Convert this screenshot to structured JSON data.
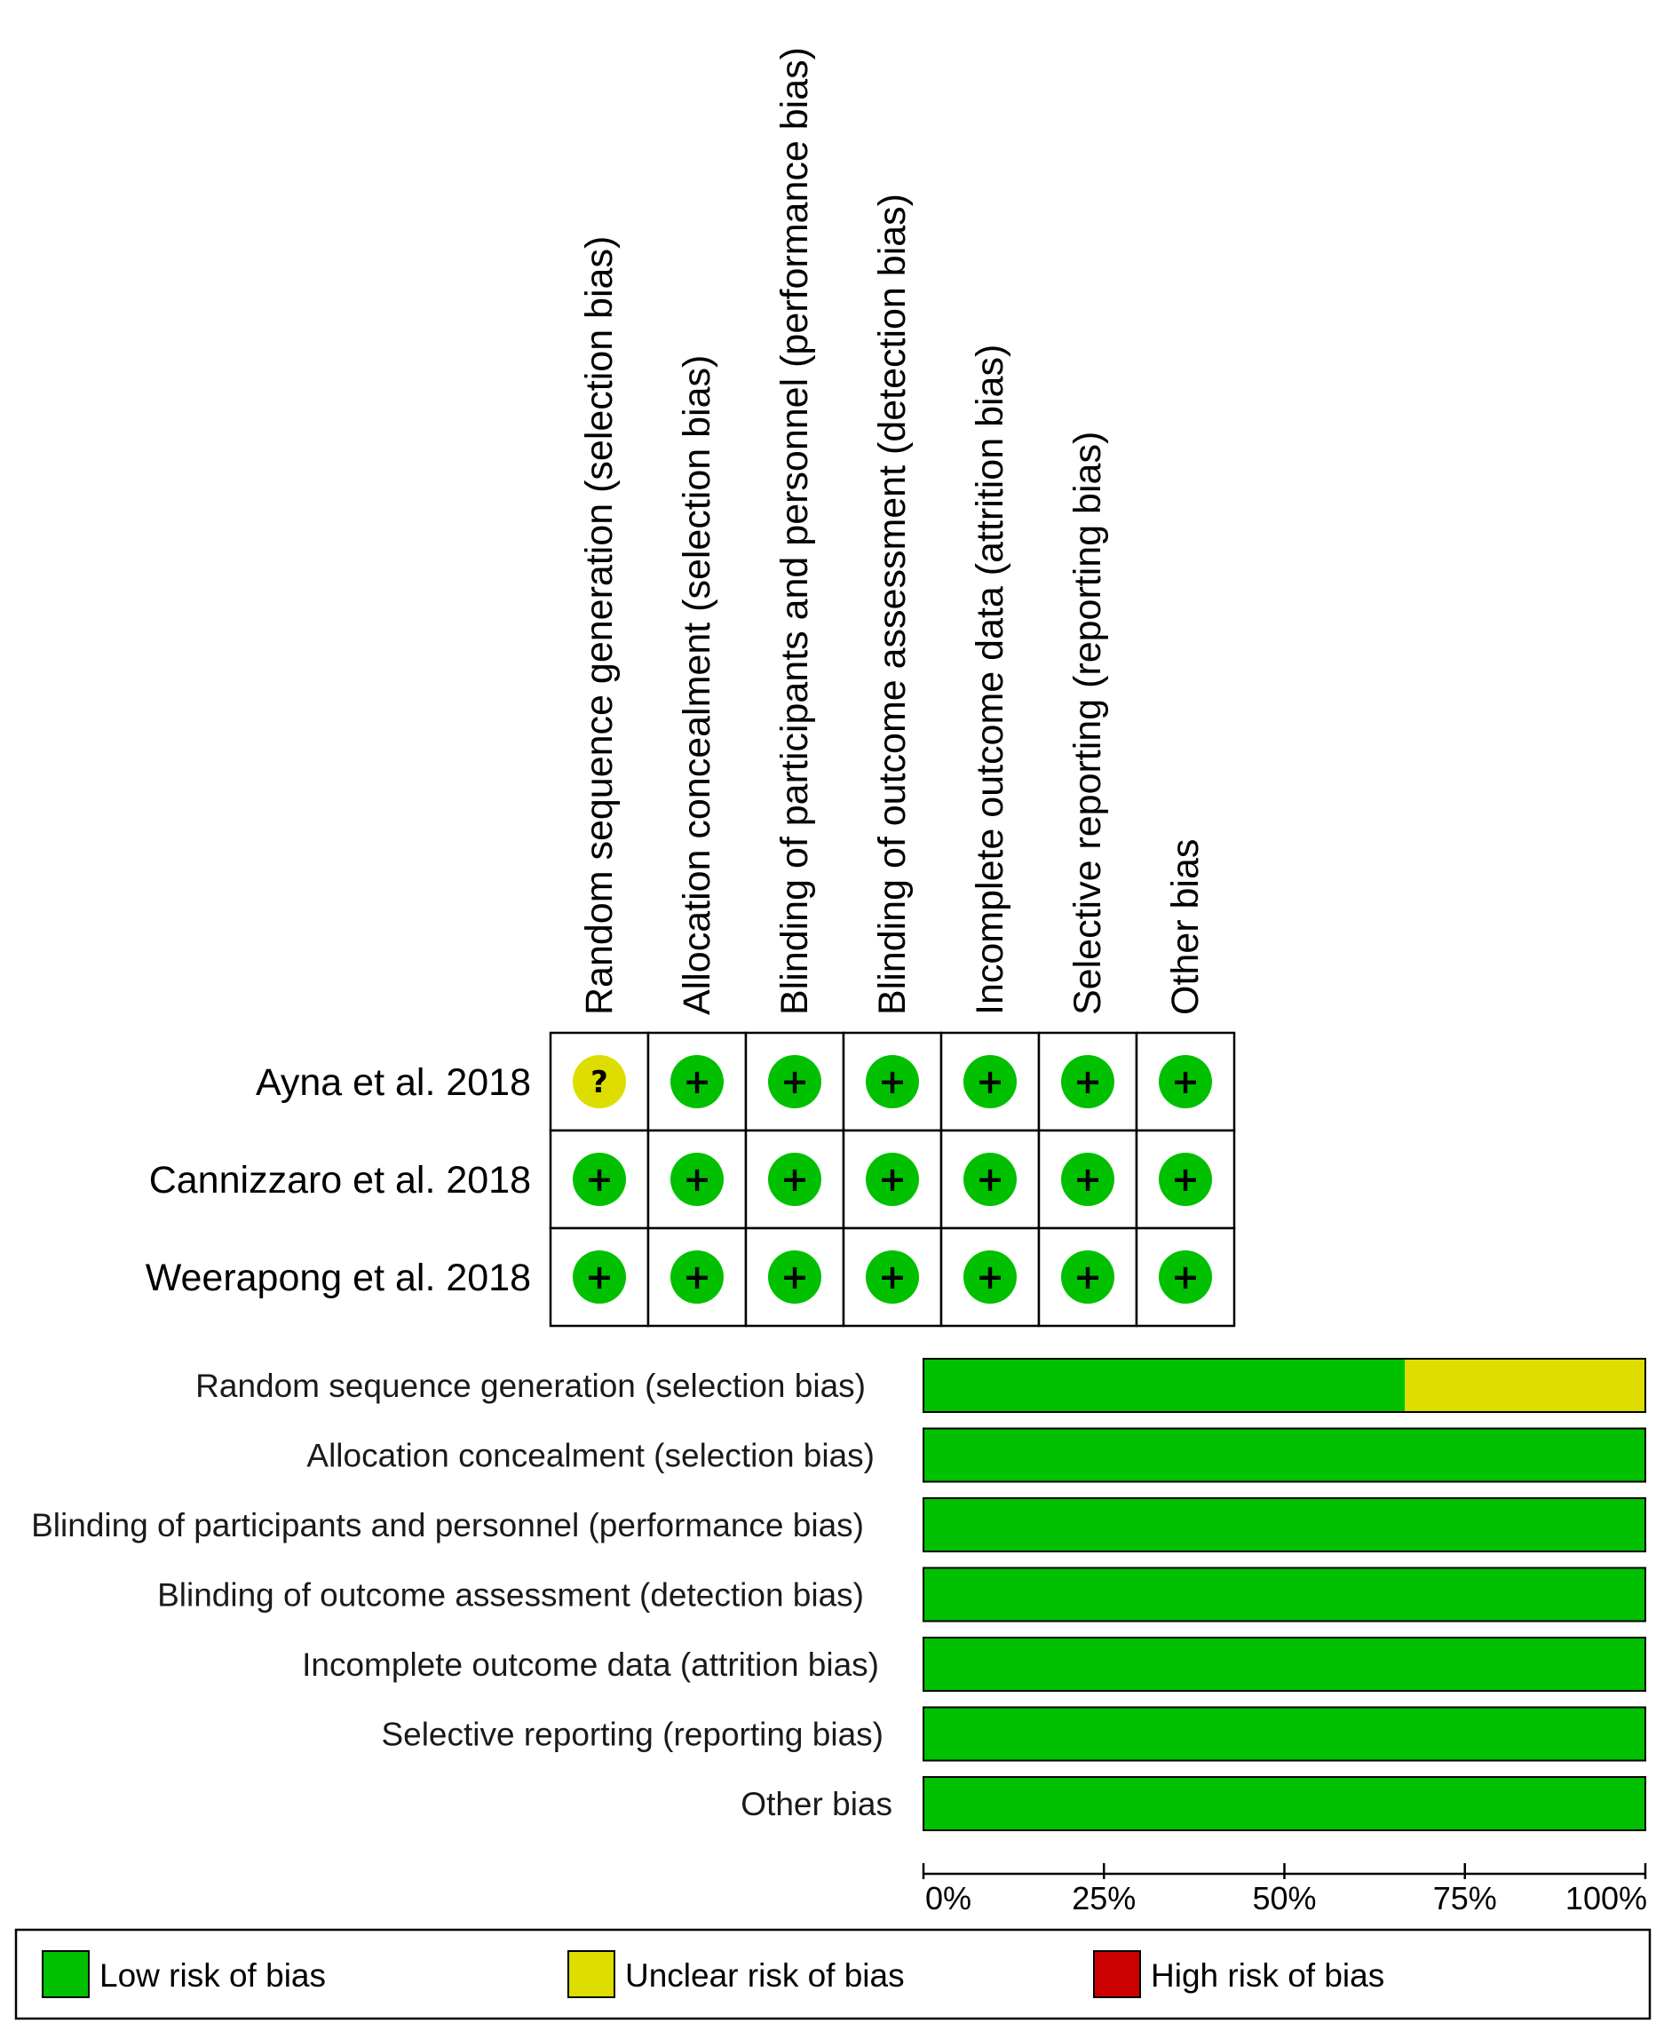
{
  "colors": {
    "low": "#00c000",
    "unclear": "#dddd00",
    "high": "#cc0000",
    "cell_border": "#000000"
  },
  "chart_data": [
    {
      "type": "table",
      "columns": [
        "Random sequence generation (selection bias)",
        "Allocation concealment (selection bias)",
        "Blinding of participants and personnel (performance bias)",
        "Blinding of outcome assessment (detection bias)",
        "Incomplete outcome data (attrition bias)",
        "Selective reporting (reporting bias)",
        "Other bias"
      ],
      "rows": [
        {
          "study": "Ayna et al. 2018",
          "judgements": [
            "unclear",
            "low",
            "low",
            "low",
            "low",
            "low",
            "low"
          ]
        },
        {
          "study": "Cannizzaro et al. 2018",
          "judgements": [
            "low",
            "low",
            "low",
            "low",
            "low",
            "low",
            "low"
          ]
        },
        {
          "study": "Weerapong et al. 2018",
          "judgements": [
            "low",
            "low",
            "low",
            "low",
            "low",
            "low",
            "low"
          ]
        }
      ],
      "symbols": {
        "low": "+",
        "unclear": "?",
        "high": "−"
      }
    },
    {
      "type": "bar",
      "orientation": "horizontal",
      "stacked": true,
      "categories": [
        "Random sequence generation (selection bias)",
        "Allocation concealment (selection bias)",
        "Blinding of participants and personnel (performance bias)",
        "Blinding of outcome assessment (detection bias)",
        "Incomplete outcome data (attrition bias)",
        "Selective reporting (reporting bias)",
        "Other bias"
      ],
      "series": [
        {
          "name": "Low risk of bias",
          "key": "low",
          "values": [
            66.7,
            100,
            100,
            100,
            100,
            100,
            100
          ]
        },
        {
          "name": "Unclear risk of bias",
          "key": "unclear",
          "values": [
            33.3,
            0,
            0,
            0,
            0,
            0,
            0
          ]
        },
        {
          "name": "High risk of bias",
          "key": "high",
          "values": [
            0,
            0,
            0,
            0,
            0,
            0,
            0
          ]
        }
      ],
      "xlim": [
        0,
        100
      ],
      "xticks": [
        "0%",
        "25%",
        "50%",
        "75%",
        "100%"
      ],
      "legend": "bottom"
    }
  ]
}
